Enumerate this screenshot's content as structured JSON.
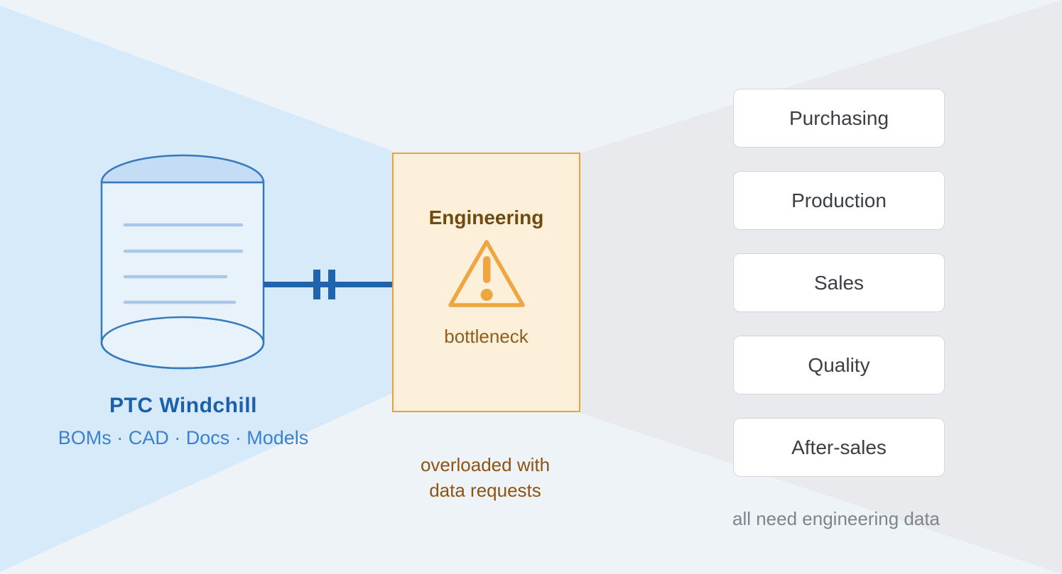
{
  "palette": {
    "page-bg": "#eef3f8",
    "funnel-blue": "#d7eaf9",
    "funnel-gray": "#e9eaee",
    "db-stroke": "#3579bf",
    "db-body": "#e8f2fb",
    "db-top": "#c4dcf4",
    "db-line": "#a9c8e6",
    "connector-blue": "#2164ae",
    "box-fill": "#fdf0da",
    "box-border": "#e8a23c",
    "warning-orange": "#f0a640",
    "eng-title-brown": "#6e4b10",
    "bottleneck-brown": "#8d5e1d",
    "caption-brown": "#8d5413",
    "source-title-blue": "#1b5fad",
    "source-subtitle-blue": "#3d80cf",
    "button-border": "#d3d7dc",
    "button-text": "#3a3f45",
    "footnote-gray": "#7e848c"
  },
  "icons": {
    "database": "database-cylinder",
    "blocked": "blocked-connection-bars",
    "warning": "warning-triangle"
  },
  "source": {
    "title": "PTC Windchill",
    "subtitle": "BOMs · CAD · Docs · Models"
  },
  "engineering": {
    "title": "Engineering",
    "status": "bottleneck",
    "caption": "overloaded with\ndata requests"
  },
  "departments": {
    "items": [
      {
        "label": "Purchasing"
      },
      {
        "label": "Production"
      },
      {
        "label": "Sales"
      },
      {
        "label": "Quality"
      },
      {
        "label": "After-sales"
      }
    ],
    "footnote": "all need engineering data"
  }
}
